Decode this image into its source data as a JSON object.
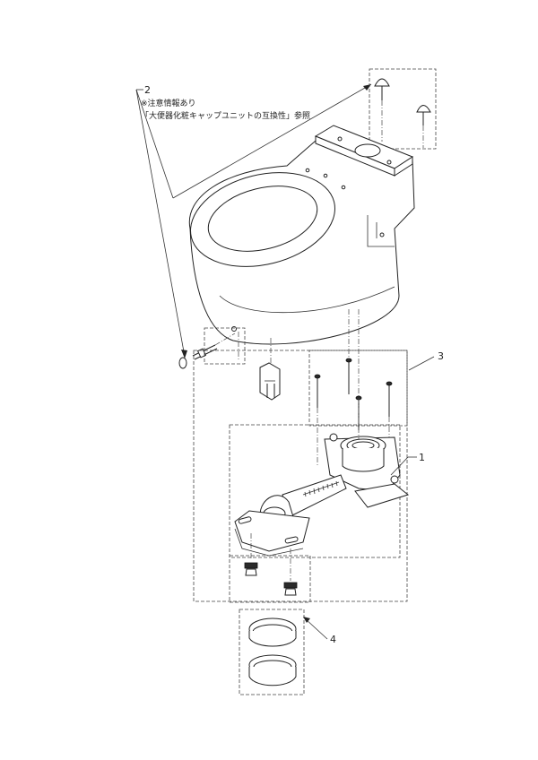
{
  "callouts": {
    "c1": "1",
    "c2": "2",
    "c3": "3",
    "c4": "4"
  },
  "note": {
    "line1": "※注意情報あり",
    "line2": "「大便器化粧キャップユニットの互換性」参照"
  },
  "colors": {
    "ink": "#222222",
    "background": "#ffffff"
  }
}
